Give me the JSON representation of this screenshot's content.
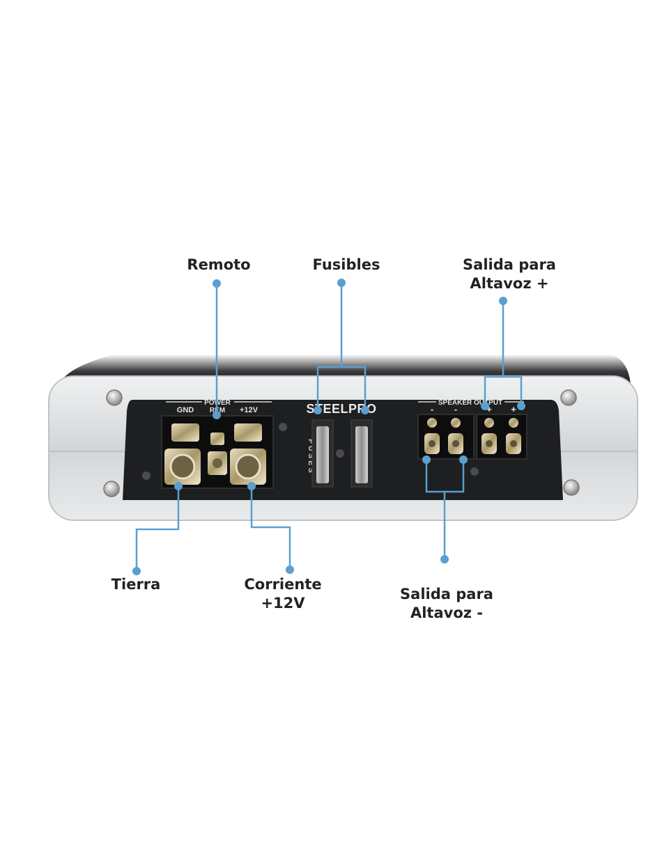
{
  "callouts": {
    "remoto": {
      "label": "Remoto"
    },
    "fusibles": {
      "label": "Fusibles"
    },
    "salida_pos": {
      "line1": "Salida para",
      "line2": "Altavoz +"
    },
    "tierra": {
      "label": "Tierra"
    },
    "corriente": {
      "line1": "Corriente",
      "line2": "+12V"
    },
    "salida_neg": {
      "line1": "Salida para",
      "line2": "Altavoz -"
    }
  },
  "amplifier": {
    "brand": "STEELPRO",
    "power_group_label": "POWER",
    "gnd_label": "GND",
    "rem_label": "REM",
    "v12_label": "+12V",
    "fuses_label": "FUSES",
    "speaker_group_label": "SPEAKER OUTPUT",
    "speaker_terminal_labels": [
      "-",
      "-",
      "+",
      "+"
    ]
  },
  "colors": {
    "callout_line": "#5a9fd0",
    "label_text": "#222222",
    "panel": "#1e1f21",
    "chassis": "#d9dcde"
  }
}
